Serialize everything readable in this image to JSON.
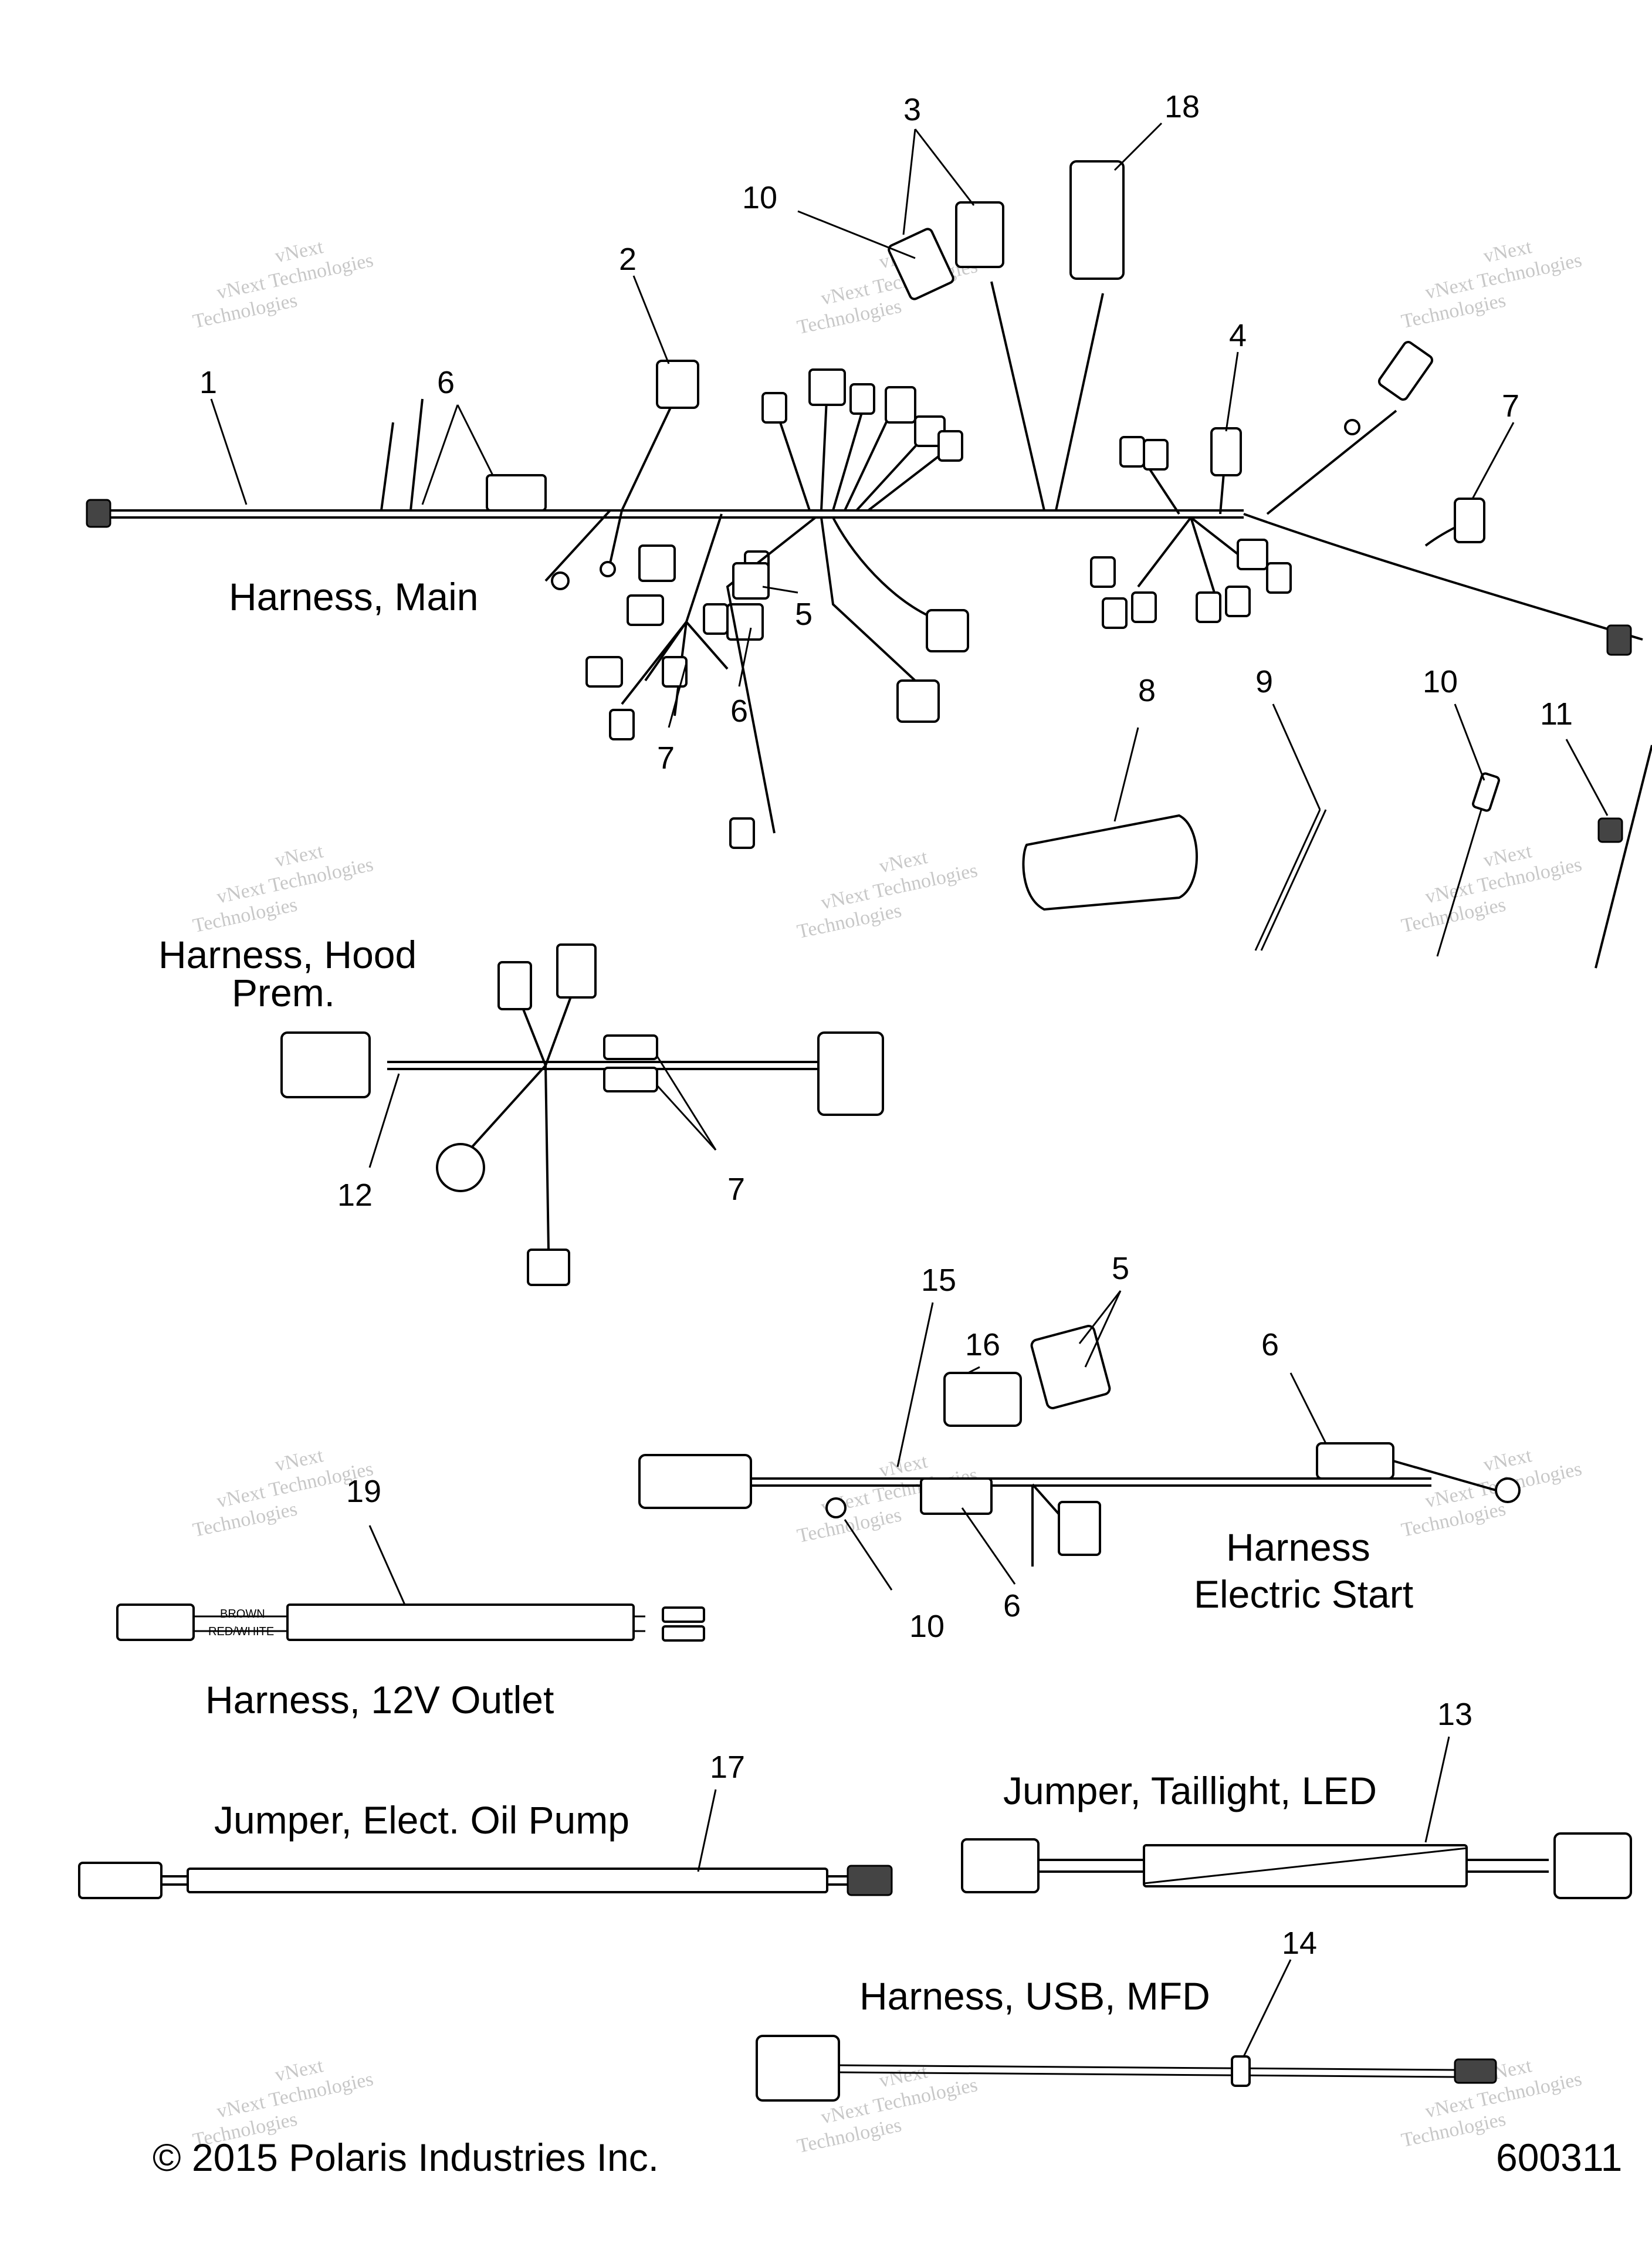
{
  "labels": {
    "harness_main": "Harness, Main",
    "harness_hood_line1": "Harness, Hood",
    "harness_hood_line2": "Prem.",
    "harness_estart_line1": "Harness",
    "harness_estart_line2": "Electric Start",
    "harness_12v": "Harness, 12V Outlet",
    "jumper_oil_pump": "Jumper, Elect. Oil Pump",
    "jumper_taillight": "Jumper, Taillight, LED",
    "harness_usb": "Harness, USB, MFD"
  },
  "wire_colors": {
    "brown": "BROWN",
    "red_white": "RED/WHITE"
  },
  "callouts": {
    "c1": "1",
    "c2": "2",
    "c3": "3",
    "c4": "4",
    "c5a": "5",
    "c6a": "6",
    "c6b": "6",
    "c7a": "7",
    "c7b": "7",
    "c8": "8",
    "c9": "9",
    "c10a": "10",
    "c10b": "10",
    "c11": "11",
    "c18": "18",
    "c12": "12",
    "c7c": "7",
    "c15": "15",
    "c16": "16",
    "c5b": "5",
    "c6c": "6",
    "c10c": "10",
    "c6d": "6",
    "c19": "19",
    "c17": "17",
    "c13": "13",
    "c14": "14"
  },
  "watermark": {
    "line1": "vNext Technologies",
    "line2": "Technologies",
    "line3": "vNext"
  },
  "footer": {
    "copyright": "© 2015 Polaris Industries Inc.",
    "figure_number": "600311"
  }
}
